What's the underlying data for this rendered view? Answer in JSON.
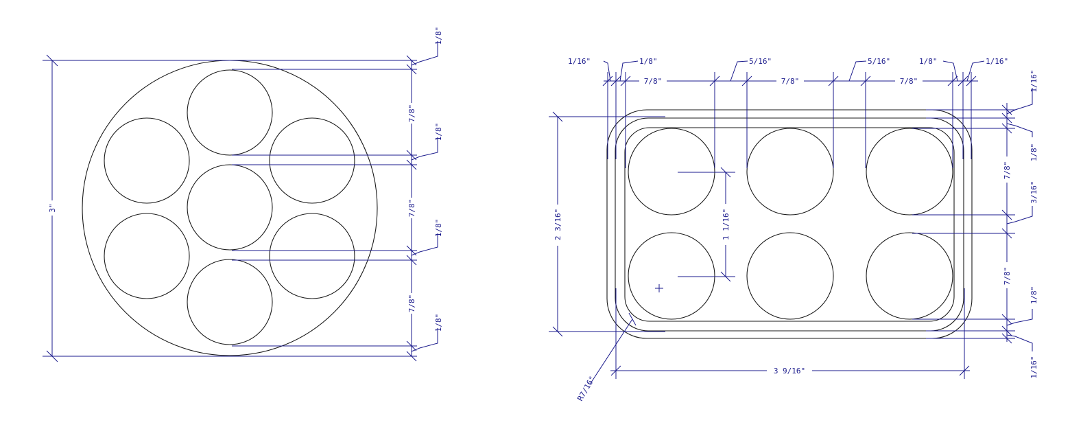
{
  "background": "#ffffff",
  "colors": {
    "geometry": "#1a1a1a",
    "dimension": "#1a1a8c"
  },
  "drawing_left": {
    "overall_height": "3\"",
    "gap_labels": [
      "1/8\"",
      "1/8\"",
      "1/8\"",
      "1/8\""
    ],
    "pitch_labels": [
      "7/8\"",
      "7/8\"",
      "7/8\""
    ]
  },
  "drawing_right": {
    "top_labels": [
      "1/16\"",
      "1/8\"",
      "5/16\"",
      "5/16\"",
      "1/8\"",
      "1/16\""
    ],
    "column_labels": [
      "7/8\"",
      "7/8\"",
      "7/8\""
    ],
    "overall_height": "2 3/16\"",
    "center_distance": "1 1/16\"",
    "overall_width": "3 9/16\"",
    "corner_radius": "R7/16\"",
    "right_labels": [
      "1/16\"",
      "1/8\"",
      "7/8\"",
      "3/16\"",
      "7/8\"",
      "1/8\"",
      "1/16\""
    ]
  }
}
